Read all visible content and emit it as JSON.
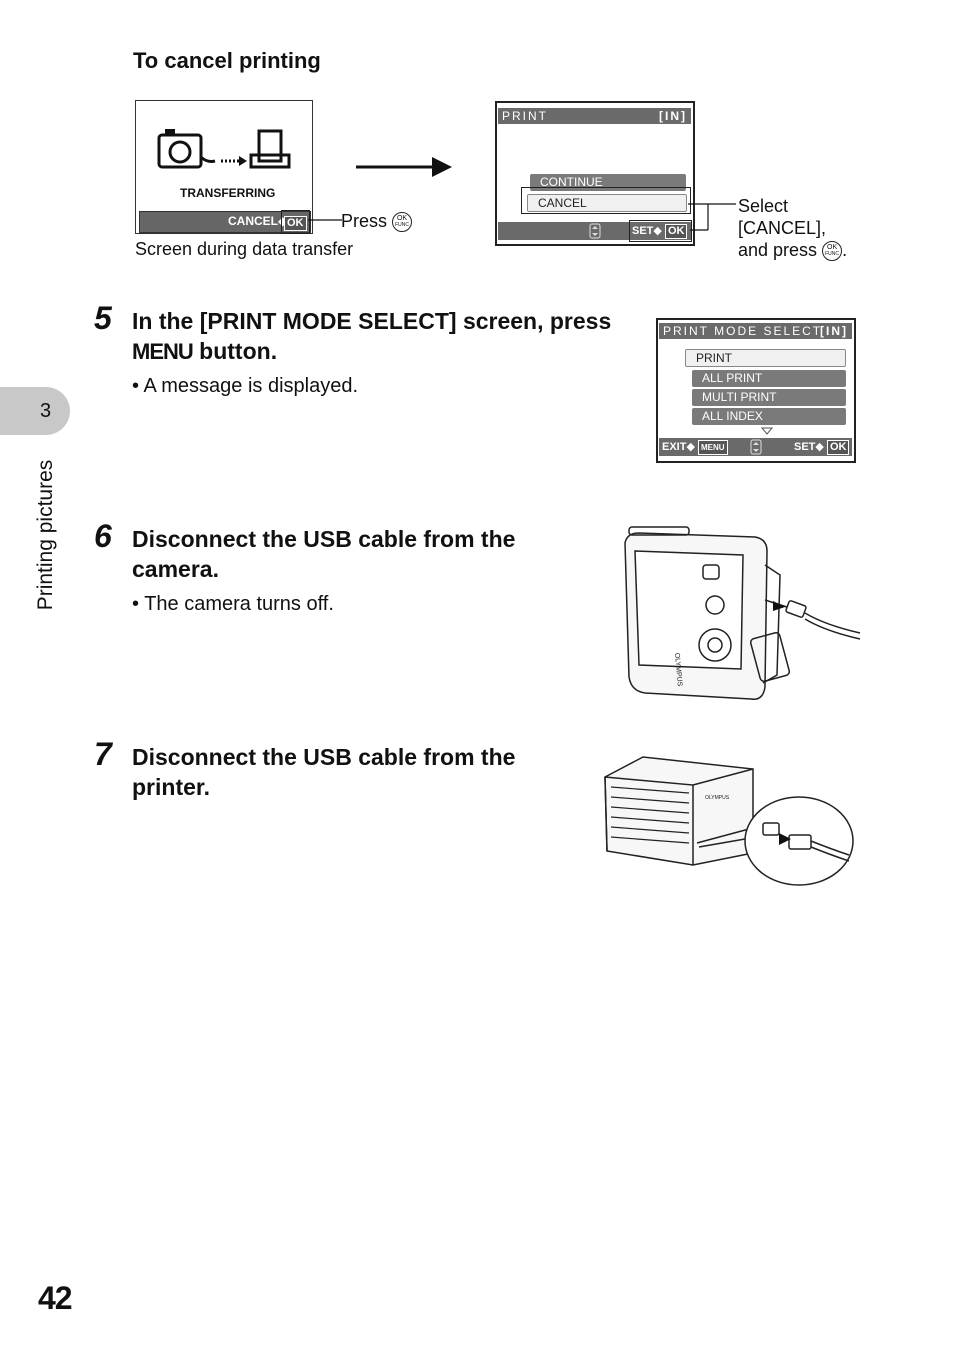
{
  "section_heading": "To cancel printing",
  "transfer_screen": {
    "status": "TRANSFERRING",
    "cancel_label": "CANCEL",
    "ok_label": "OK",
    "press_label": "Press",
    "caption": "Screen during data transfer"
  },
  "print_screen": {
    "title": "PRINT",
    "memory": "[IN]",
    "options": [
      "CONTINUE",
      "CANCEL"
    ],
    "set_label": "SET",
    "ok_label": "OK",
    "callout": [
      "Select",
      "[CANCEL],",
      "and press"
    ],
    "callout_end": "."
  },
  "steps": [
    {
      "number": "5",
      "title_lines": [
        "In the [PRINT MODE SELECT] screen, press",
        "button."
      ],
      "title_menu_word": "MENU",
      "bullet": "A message is displayed."
    },
    {
      "number": "6",
      "title_lines": [
        "Disconnect the USB cable from the",
        "camera."
      ],
      "bullet": "The camera turns off."
    },
    {
      "number": "7",
      "title_lines": [
        "Disconnect the USB cable from the",
        "printer."
      ]
    }
  ],
  "print_mode_screen": {
    "title": "PRINT MODE SELECT",
    "memory": "[IN]",
    "options": [
      "PRINT",
      "ALL PRINT",
      "MULTI PRINT",
      "ALL INDEX"
    ],
    "exit_label": "EXIT",
    "menu_label": "MENU",
    "set_label": "SET",
    "ok_label": "OK"
  },
  "camera_brand": "OLYMPUS",
  "chapter": {
    "number": "3",
    "title": "Printing pictures"
  },
  "page_number": "42",
  "colors": {
    "screen_bar": "#6a6a6a",
    "tab": "#c8c8c8"
  }
}
